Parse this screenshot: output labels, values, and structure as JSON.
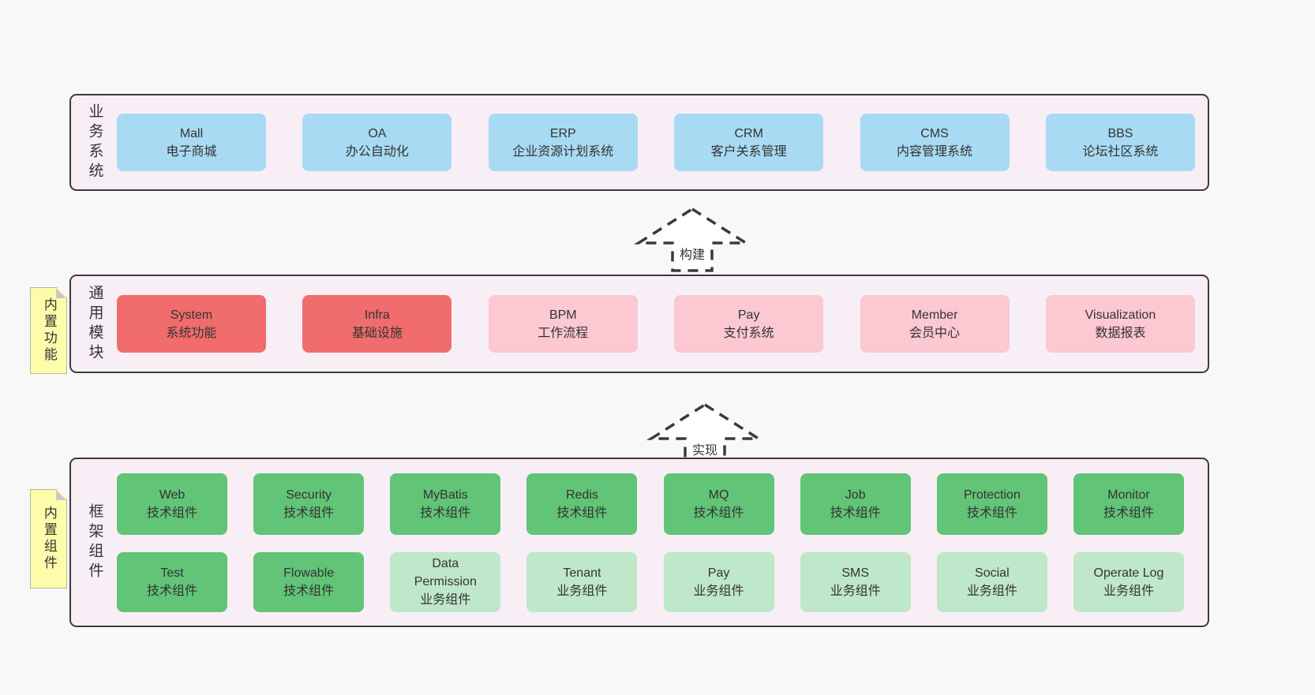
{
  "colors": {
    "page_bg": "#f8f8f8",
    "panel_bg": "#f8eef6",
    "panel_border": "#3b3b3b",
    "blue_box": "#a9daf3",
    "red_box": "#f16c6c",
    "pink_box": "#fcc8d2",
    "green_box": "#61c477",
    "light_green_box": "#bfe7c9",
    "note_bg": "#fdfcab",
    "note_fold": "#c9c9c9",
    "text": "#333333"
  },
  "panels": {
    "business": {
      "label": "业务系统",
      "boxes": [
        {
          "title": "Mall",
          "subtitle": "电子商城"
        },
        {
          "title": "OA",
          "subtitle": "办公自动化"
        },
        {
          "title": "ERP",
          "subtitle": "企业资源计划系统"
        },
        {
          "title": "CRM",
          "subtitle": "客户关系管理"
        },
        {
          "title": "CMS",
          "subtitle": "内容管理系统"
        },
        {
          "title": "BBS",
          "subtitle": "论坛社区系统"
        }
      ]
    },
    "modules": {
      "label": "通用模块",
      "note": "内置功能",
      "boxes": [
        {
          "title": "System",
          "subtitle": "系统功能"
        },
        {
          "title": "Infra",
          "subtitle": "基础设施"
        },
        {
          "title": "BPM",
          "subtitle": "工作流程"
        },
        {
          "title": "Pay",
          "subtitle": "支付系统"
        },
        {
          "title": "Member",
          "subtitle": "会员中心"
        },
        {
          "title": "Visualization",
          "subtitle": "数据报表"
        }
      ]
    },
    "components": {
      "label": "框架组件",
      "note": "内置组件",
      "row1": [
        {
          "title": "Web",
          "subtitle": "技术组件"
        },
        {
          "title": "Security",
          "subtitle": "技术组件"
        },
        {
          "title": "MyBatis",
          "subtitle": "技术组件"
        },
        {
          "title": "Redis",
          "subtitle": "技术组件"
        },
        {
          "title": "MQ",
          "subtitle": "技术组件"
        },
        {
          "title": "Job",
          "subtitle": "技术组件"
        },
        {
          "title": "Protection",
          "subtitle": "技术组件"
        },
        {
          "title": "Monitor",
          "subtitle": "技术组件"
        }
      ],
      "row2": [
        {
          "title": "Test",
          "subtitle": "技术组件"
        },
        {
          "title": "Flowable",
          "subtitle": "技术组件"
        },
        {
          "title": "Data Permission",
          "subtitle": "业务组件"
        },
        {
          "title": "Tenant",
          "subtitle": "业务组件"
        },
        {
          "title": "Pay",
          "subtitle": "业务组件"
        },
        {
          "title": "SMS",
          "subtitle": "业务组件"
        },
        {
          "title": "Social",
          "subtitle": "业务组件"
        },
        {
          "title": "Operate Log",
          "subtitle": "业务组件"
        }
      ]
    }
  },
  "arrows": {
    "build": "构建",
    "implement": "实现"
  }
}
